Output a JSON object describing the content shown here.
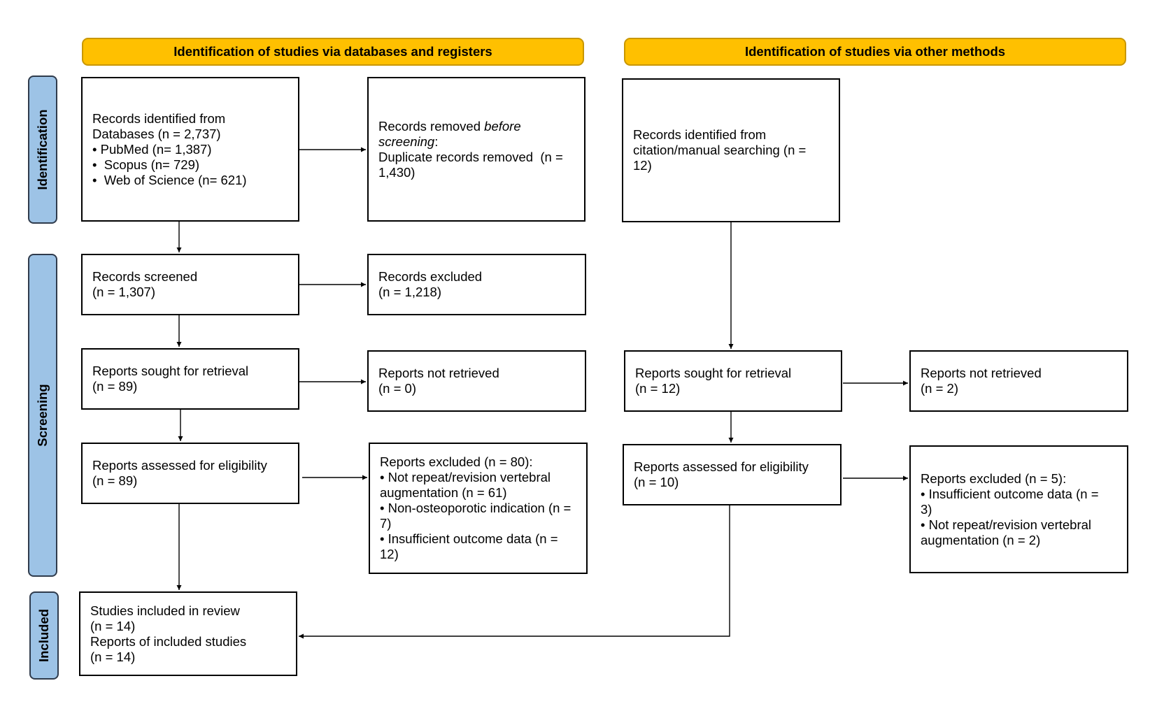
{
  "headers": {
    "databases": "Identification of studies via databases and registers",
    "other": "Identification of studies via other methods"
  },
  "phases": {
    "identification": "Identification",
    "screening": "Screening",
    "included": "Included"
  },
  "left": {
    "identified": {
      "line1": "Records identified from",
      "line2": "Databases (n = 2,737)",
      "line3": "• PubMed (n= 1,387)",
      "line4": "•  Scopus (n= 729)",
      "line5": "•  Web of Science (n= 621)"
    },
    "removed": {
      "line1a": "Records removed ",
      "line1b": "before",
      "line2a": "screening",
      "line2b": ":",
      "line3": "Duplicate records removed  (n =",
      "line4": "1,430)"
    },
    "screened": {
      "line1": "Records screened",
      "line2": "(n = 1,307)"
    },
    "excluded": {
      "line1": "Records excluded",
      "line2": "(n = 1,218)"
    },
    "sought": {
      "line1": "Reports sought for retrieval",
      "line2": "(n = 89)"
    },
    "not_retrieved": {
      "line1": "Reports not retrieved",
      "line2": "(n = 0)"
    },
    "assessed": {
      "line1": "Reports assessed for eligibility",
      "line2": "(n = 89)"
    },
    "reports_excluded": {
      "line1": "Reports excluded (n = 80):",
      "line2": "• Not repeat/revision vertebral",
      "line3": "augmentation (n = 61)",
      "line4": "• Non-osteoporotic indication (n =",
      "line5": "7)",
      "line6": "• Insufficient outcome data (n =",
      "line7": "12)"
    },
    "included": {
      "line1": "Studies included in review",
      "line2": "(n = 14)",
      "line3": "Reports of included studies",
      "line4": "(n = 14)"
    }
  },
  "right": {
    "identified": {
      "line1": "Records identified from",
      "line2": "citation/manual searching (n =",
      "line3": "12)"
    },
    "sought": {
      "line1": "Reports sought for retrieval",
      "line2": "(n = 12)"
    },
    "not_retrieved": {
      "line1": "Reports not retrieved",
      "line2": "(n = 2)"
    },
    "assessed": {
      "line1": "Reports assessed for eligibility",
      "line2": "(n = 10)"
    },
    "reports_excluded": {
      "line1": "Reports excluded (n = 5):",
      "line2": "• Insufficient outcome data (n =",
      "line3": "3)",
      "line4": "• Not repeat/revision vertebral",
      "line5": "augmentation (n = 2)"
    }
  }
}
